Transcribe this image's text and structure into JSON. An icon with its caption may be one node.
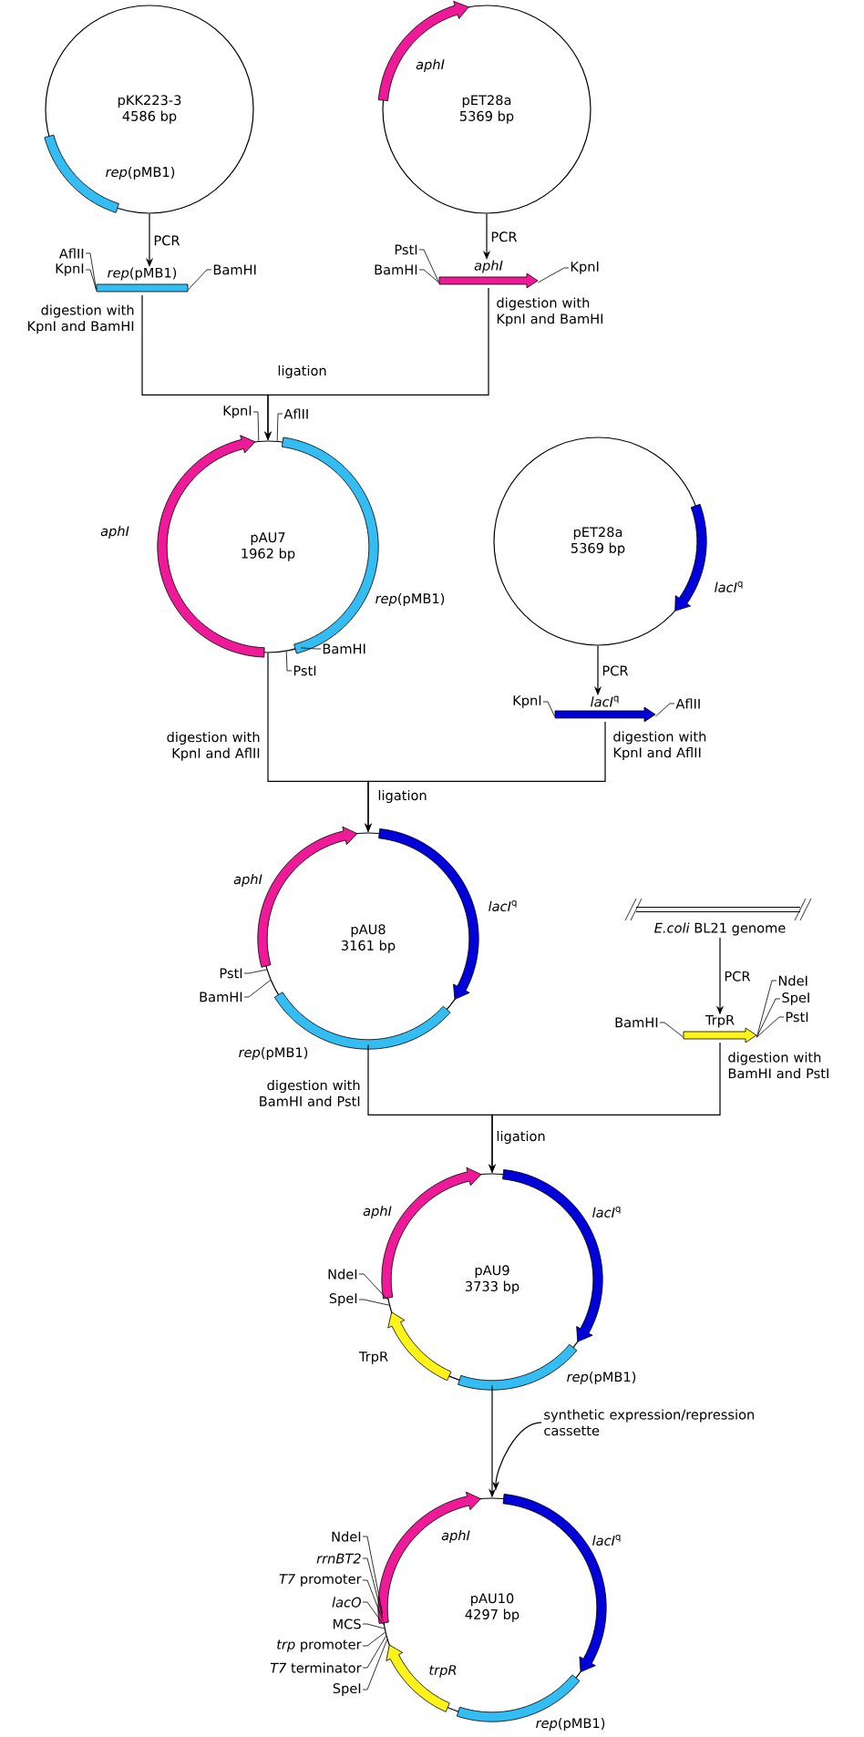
{
  "diagram": {
    "nodes": [
      {
        "text": [
          "pKK223-3",
          "4586 bp",
          "*rep*(pMB1)"
        ]
      },
      {
        "text": [
          "aphI",
          "pET28a",
          "5369 bp"
        ]
      },
      {
        "text": [
          "*rep*(pMB1)"
        ]
      },
      {
        "text": [
          "aphI"
        ]
      },
      {
        "text": [
          "pAU7",
          "1962 bp"
        ],
        "beside": [
          "aphI",
          "*rep*(pMB1)"
        ]
      },
      {
        "text": [
          "pET28a",
          "5369 bp"
        ],
        "beside": [
          "*lacI*$^{q}$"
        ]
      },
      {
        "text": [
          "*lacI*$^{q}$"
        ]
      },
      {
        "text": [
          "pAU8",
          "3161 bp"
        ],
        "beside": [
          "aphI",
          "*lacI*$^{q}$",
          "*rep*(pMB1)"
        ]
      },
      {
        "text": [
          "*E.coli* BL21 genome"
        ]
      },
      {
        "text": [
          "TrpR"
        ]
      },
      {
        "text": [
          "pAU9",
          "3733 bp"
        ],
        "beside": [
          "aphI",
          "*lacI*$^{q}$",
          "TrpR",
          "*rep*(pMB1)"
        ]
      },
      {
        "text": [
          "aphI",
          "pAU10",
          "4297 bp",
          "trpR"
        ],
        "beside": [
          "*lacI*$^{q}$",
          "*rep*(pMB1)"
        ]
      },
      {
        "text": [
          "synthetic expression/repression cassette"
        ]
      },
      {
        "text": [
          "AflII"
        ]
      },
      {
        "text": [
          "KpnI"
        ]
      },
      {
        "text": [
          "BamHI"
        ]
      },
      {
        "text": [
          "PstI"
        ]
      },
      {
        "text": [
          "BamHI"
        ]
      },
      {
        "text": [
          "KpnI"
        ]
      },
      {
        "text": [
          "KpnI"
        ]
      },
      {
        "text": [
          "AflII"
        ]
      },
      {
        "text": [
          "BamHI"
        ]
      },
      {
        "text": [
          "PstI"
        ]
      },
      {
        "text": [
          "KpnI"
        ]
      },
      {
        "text": [
          "AflII"
        ]
      },
      {
        "text": [
          "PstI"
        ]
      },
      {
        "text": [
          "BamHI"
        ]
      },
      {
        "text": [
          "BamHI"
        ]
      },
      {
        "text": [
          "NdeI"
        ]
      },
      {
        "text": [
          "SpeI"
        ]
      },
      {
        "text": [
          "PstI"
        ]
      },
      {
        "text": [
          "NdeI"
        ]
      },
      {
        "text": [
          "SpeI"
        ]
      },
      {
        "text": [
          "NdeI"
        ]
      },
      {
        "text": [
          "rrnBT2"
        ]
      },
      {
        "text": [
          "*T7* promoter"
        ]
      },
      {
        "text": [
          "lacO"
        ]
      },
      {
        "text": [
          "MCS"
        ]
      },
      {
        "text": [
          "*trp* promoter"
        ]
      },
      {
        "text": [
          "*T7* terminator"
        ]
      },
      {
        "text": [
          "SpeI"
        ]
      }
    ],
    "edges": [
      {
        "from": 0,
        "to": 2,
        "arrow": "to",
        "label": "PCR"
      },
      {
        "from": 1,
        "to": 3,
        "arrow": "to",
        "label": "PCR"
      },
      {
        "from": 2,
        "to": 4,
        "arrow": "to",
        "label": "digestion with KpnI and BamHI"
      },
      {
        "from": 3,
        "to": 4,
        "arrow": "to",
        "label": "digestion with KpnI and BamHI"
      },
      {
        "from": 5,
        "to": 6,
        "arrow": "to",
        "label": "PCR"
      },
      {
        "from": 4,
        "to": 7,
        "arrow": "to",
        "label": "digestion with KpnI and AflII"
      },
      {
        "from": 6,
        "to": 7,
        "arrow": "to",
        "label": "digestion with KpnI and AflII"
      },
      {
        "from": 8,
        "to": 9,
        "arrow": "to",
        "label": "PCR"
      },
      {
        "from": 7,
        "to": 10,
        "arrow": "to",
        "label": "digestion with BamHI and PstI"
      },
      {
        "from": 9,
        "to": 10,
        "arrow": "to",
        "label": "digestion with BamHI and PstI"
      },
      {
        "from": 10,
        "to": 11,
        "arrow": "to"
      },
      {
        "from": 12,
        "to": 11,
        "arrow": "to"
      },
      {
        "from": 13,
        "to": 2,
        "arrow": "none"
      },
      {
        "from": 14,
        "to": 2,
        "arrow": "none"
      },
      {
        "from": 15,
        "to": 2,
        "arrow": "none"
      },
      {
        "from": 16,
        "to": 3,
        "arrow": "none"
      },
      {
        "from": 17,
        "to": 3,
        "arrow": "none"
      },
      {
        "from": 18,
        "to": 3,
        "arrow": "none"
      },
      {
        "from": 19,
        "to": 4,
        "arrow": "none"
      },
      {
        "from": 20,
        "to": 4,
        "arrow": "none"
      },
      {
        "from": 21,
        "to": 4,
        "arrow": "none"
      },
      {
        "from": 22,
        "to": 4,
        "arrow": "none"
      },
      {
        "from": 23,
        "to": 6,
        "arrow": "none"
      },
      {
        "from": 24,
        "to": 6,
        "arrow": "none"
      },
      {
        "from": 25,
        "to": 7,
        "arrow": "none"
      },
      {
        "from": 26,
        "to": 7,
        "arrow": "none"
      },
      {
        "from": 27,
        "to": 9,
        "arrow": "none"
      },
      {
        "from": 28,
        "to": 9,
        "arrow": "none"
      },
      {
        "from": 29,
        "to": 9,
        "arrow": "none"
      },
      {
        "from": 30,
        "to": 9,
        "arrow": "none"
      },
      {
        "from": 31,
        "to": 10,
        "arrow": "none"
      },
      {
        "from": 32,
        "to": 10,
        "arrow": "none"
      },
      {
        "from": 33,
        "to": 11,
        "arrow": "none"
      },
      {
        "from": 34,
        "to": 11,
        "arrow": "none"
      },
      {
        "from": 35,
        "to": 11,
        "arrow": "none"
      },
      {
        "from": 36,
        "to": 11,
        "arrow": "none"
      },
      {
        "from": 37,
        "to": 11,
        "arrow": "none"
      },
      {
        "from": 38,
        "to": 11,
        "arrow": "none"
      },
      {
        "from": 39,
        "to": 11,
        "arrow": "none"
      },
      {
        "from": 40,
        "to": 11,
        "arrow": "none"
      }
    ],
    "labels": [
      "ligation",
      "ligation",
      "ligation"
    ]
  }
}
